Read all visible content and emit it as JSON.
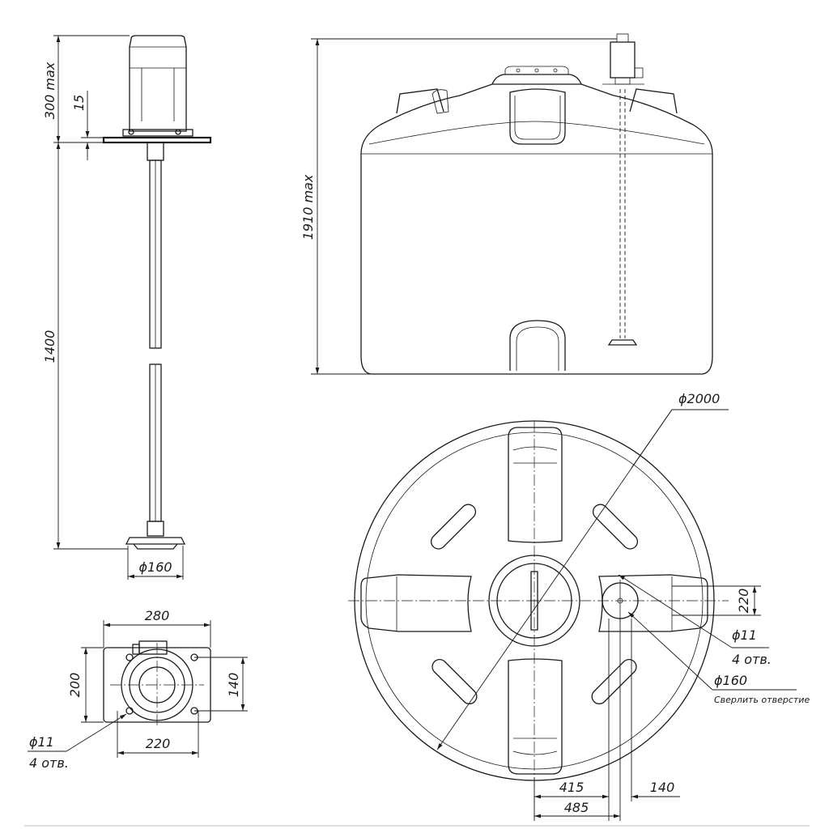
{
  "colors": {
    "line": "#1a1a1a",
    "background": "#ffffff"
  },
  "mixer_side": {
    "dim_motor_height": "300 max",
    "dim_flange_thickness": "15",
    "dim_shaft_length": "1400",
    "dim_impeller_diameter": "ϕ160"
  },
  "mixer_flange": {
    "dim_width": "280",
    "dim_height": "200",
    "dim_bolt_spacing_x": "220",
    "dim_bolt_spacing_y": "140",
    "dim_hole_diameter": "ϕ11",
    "dim_hole_count": "4 отв."
  },
  "tank_front": {
    "dim_total_height": "1910 max"
  },
  "tank_top": {
    "dim_tank_diameter": "ϕ2000",
    "dim_flange_width": "220",
    "dim_hole_diameter": "ϕ11",
    "dim_hole_count": "4 отв.",
    "dim_drill_diameter": "ϕ160",
    "note_drill": "Сверлить отверстие",
    "dim_offset_1": "415",
    "dim_offset_2": "485",
    "dim_offset_3": "140"
  }
}
